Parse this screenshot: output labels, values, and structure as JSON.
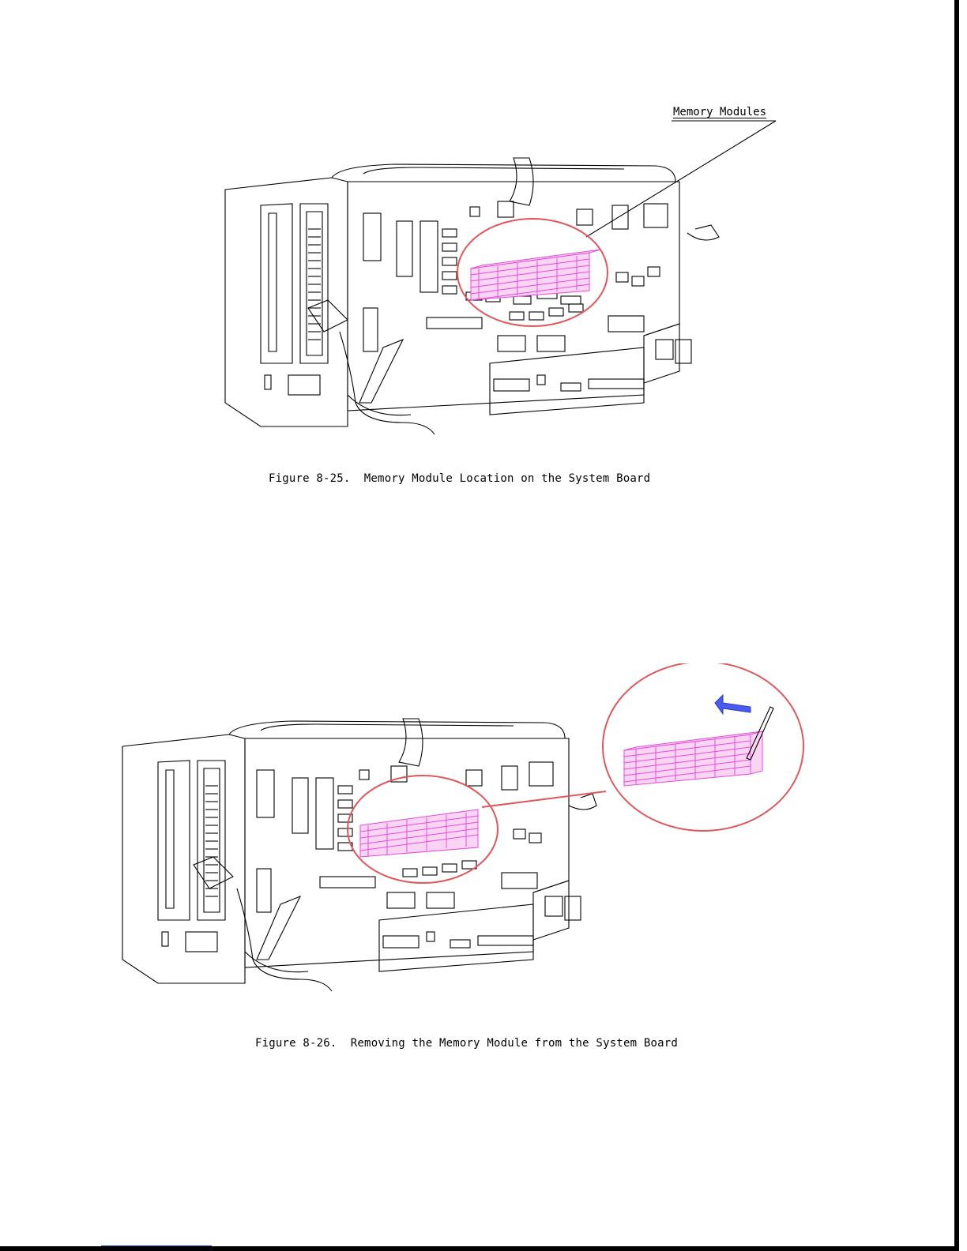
{
  "figure_25": {
    "callout": "Memory Modules",
    "caption": "Figure 8-25.  Memory Module Location on the System Board"
  },
  "figure_26": {
    "caption": "Figure 8-26.  Removing the Memory Module from the System Board"
  },
  "colors": {
    "highlight_ring": "#e0575a",
    "memory_module": "#e64ad8",
    "arrow": "#4a5cf0",
    "ink": "#000000"
  }
}
